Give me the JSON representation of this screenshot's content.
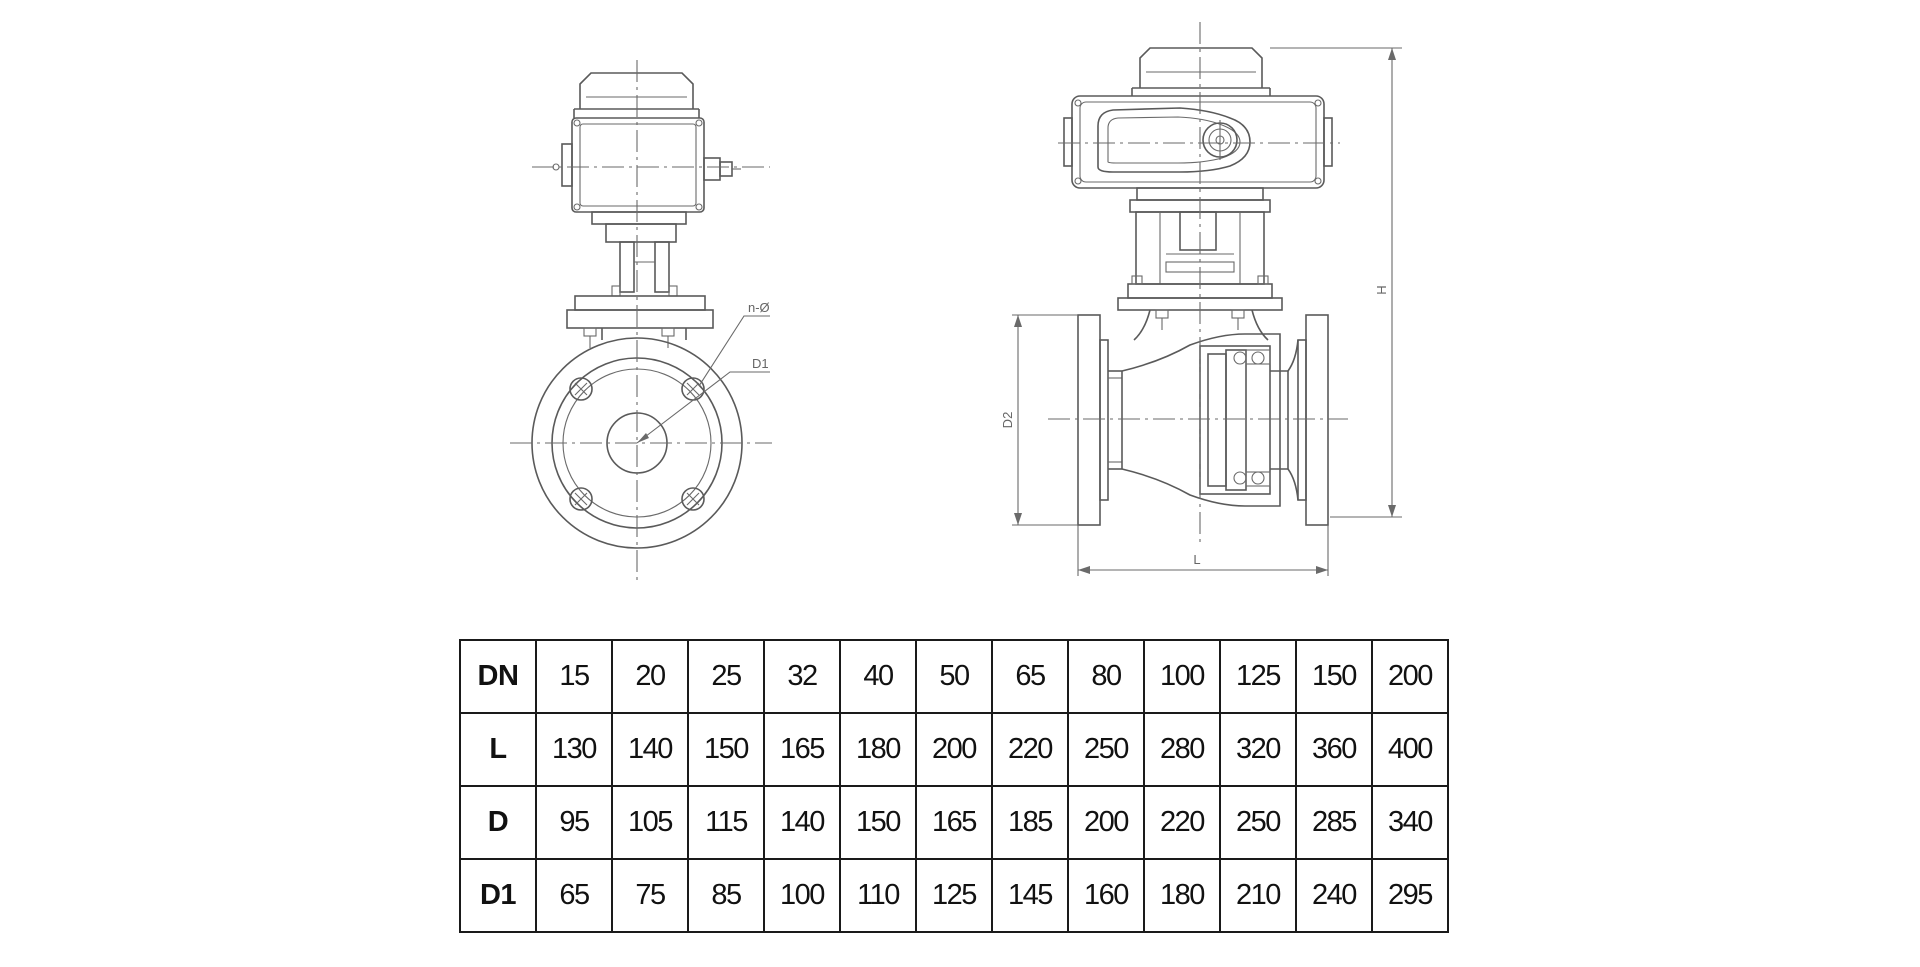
{
  "labels": {
    "bolt_holes": "n-Ø",
    "bolt_circle": "D1",
    "height": "H",
    "flange_dia": "D2",
    "length": "L"
  },
  "table": {
    "rows": [
      {
        "key": "DN",
        "values": [
          "15",
          "20",
          "25",
          "32",
          "40",
          "50",
          "65",
          "80",
          "100",
          "125",
          "150",
          "200"
        ]
      },
      {
        "key": "L",
        "values": [
          "130",
          "140",
          "150",
          "165",
          "180",
          "200",
          "220",
          "250",
          "280",
          "320",
          "360",
          "400"
        ]
      },
      {
        "key": "D",
        "values": [
          "95",
          "105",
          "115",
          "140",
          "150",
          "165",
          "185",
          "200",
          "220",
          "250",
          "285",
          "340"
        ]
      },
      {
        "key": "D1",
        "values": [
          "65",
          "75",
          "85",
          "100",
          "110",
          "125",
          "145",
          "160",
          "180",
          "210",
          "240",
          "295"
        ]
      }
    ]
  }
}
